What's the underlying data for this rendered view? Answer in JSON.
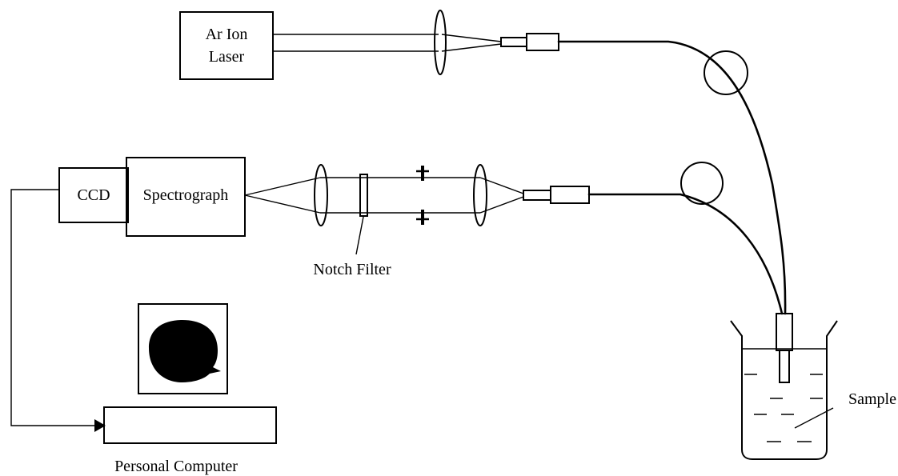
{
  "labels": {
    "laser_line1": "Ar Ion",
    "laser_line2": "Laser",
    "ccd": "CCD",
    "spectrograph": "Spectrograph",
    "notch_filter": "Notch Filter",
    "personal_computer": "Personal Computer",
    "sample": "Sample"
  }
}
